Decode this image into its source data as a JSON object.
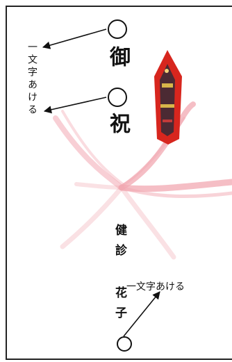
{
  "title": {
    "top": "御",
    "bottom": "祝"
  },
  "name": {
    "family": "健診",
    "given": "花子"
  },
  "notes": {
    "left": "一文字あける",
    "right": "一文字あける"
  },
  "colors": {
    "ribbon": "#f2a8b2",
    "noshi_red": "#d7261e",
    "noshi_dark": "#4b2a33",
    "noshi_gold": "#d7b64a"
  },
  "icons": {
    "spacing_mark": "circle-icon",
    "noshi": "noshi-icon"
  }
}
